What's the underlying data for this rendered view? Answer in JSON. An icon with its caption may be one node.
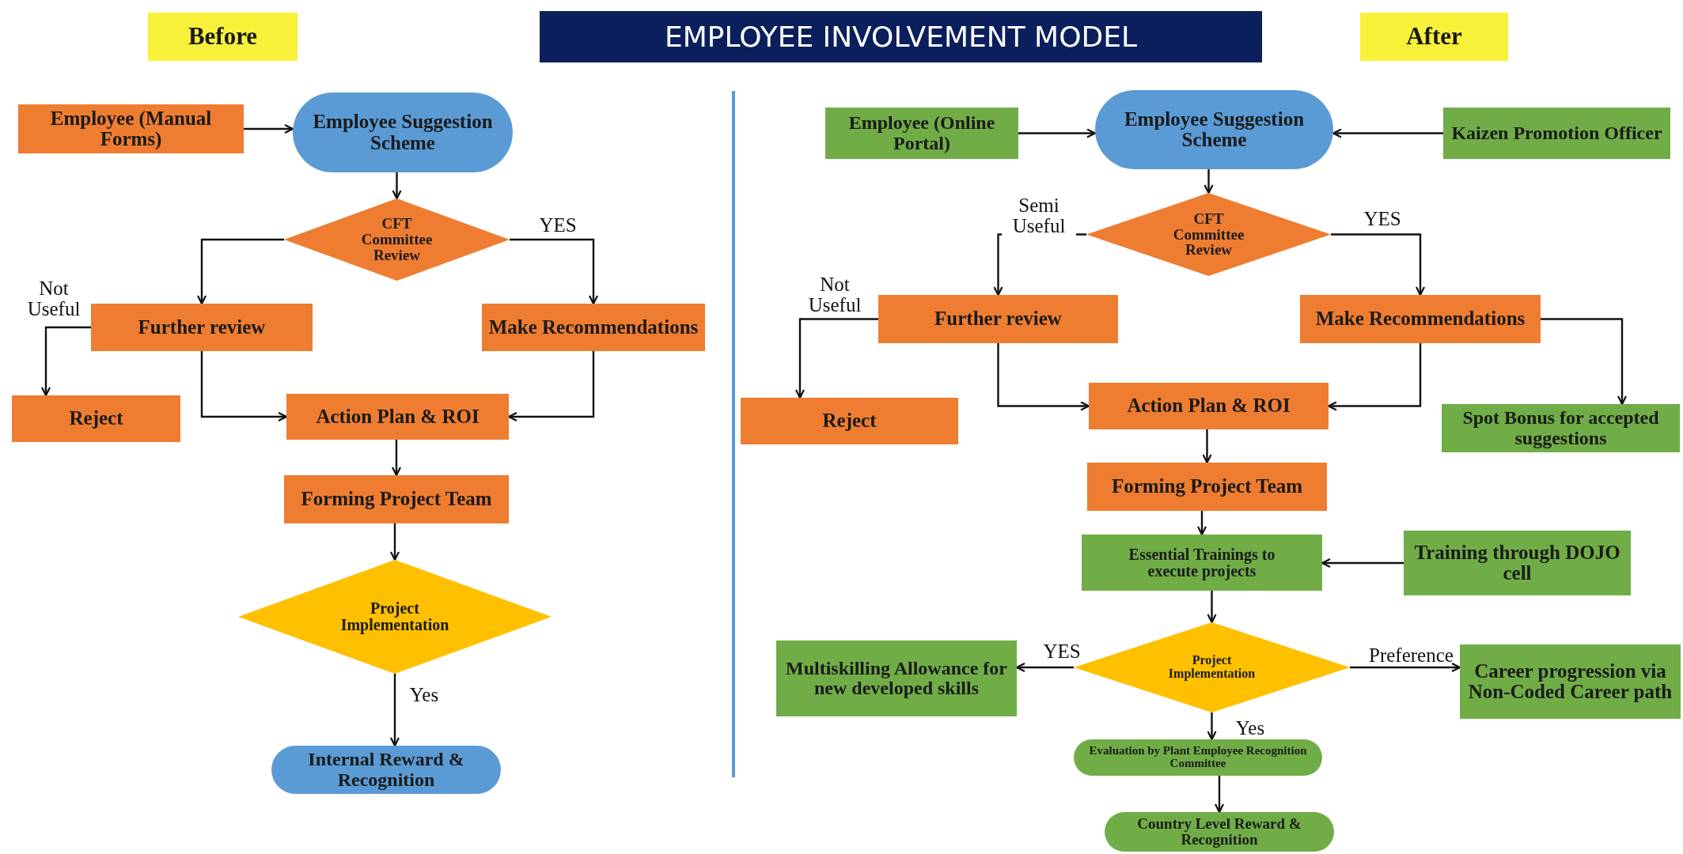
{
  "diagram": {
    "title": "EMPLOYEE INVOLVEMENT MODEL",
    "nodes": [
      {
        "text": [
          "Before"
        ]
      },
      {
        "text": [
          "After"
        ]
      },
      {
        "text": [
          "Employee (Manual Forms)"
        ]
      },
      {
        "text": [
          "Employee Suggestion Scheme"
        ]
      },
      {
        "text": [
          "CFT Committee Review"
        ]
      },
      {
        "text": [
          "Further review"
        ]
      },
      {
        "text": [
          "Make Recommendations"
        ]
      },
      {
        "text": [
          "Reject"
        ]
      },
      {
        "text": [
          "Action Plan & ROI"
        ]
      },
      {
        "text": [
          "Forming Project Team"
        ]
      },
      {
        "text": [
          "Project Implementation"
        ]
      },
      {
        "text": [
          "Internal Reward & Recognition"
        ]
      },
      {
        "text": [
          "Employee (Online Portal)"
        ]
      },
      {
        "text": [
          "Employee Suggestion Scheme"
        ]
      },
      {
        "text": [
          "Kaizen Promotion Officer"
        ]
      },
      {
        "text": [
          "CFT Committee Review"
        ]
      },
      {
        "text": [
          "Further review"
        ]
      },
      {
        "text": [
          "Make Recommendations"
        ]
      },
      {
        "text": [
          "Reject"
        ]
      },
      {
        "text": [
          "Action Plan & ROI"
        ]
      },
      {
        "text": [
          "Spot Bonus for accepted suggestions"
        ]
      },
      {
        "text": [
          "Forming Project Team"
        ]
      },
      {
        "text": [
          "Essential Trainings to execute projects"
        ]
      },
      {
        "text": [
          "Training through DOJO cell"
        ]
      },
      {
        "text": [
          "Multiskilling Allowance for new developed skills"
        ]
      },
      {
        "text": [
          "Project Implementation"
        ]
      },
      {
        "text": [
          "Career progression via Non-Coded Career path"
        ]
      },
      {
        "text": [
          "Evaluation by Plant Employee Recognition Committee"
        ]
      },
      {
        "text": [
          "Country Level Reward & Recognition"
        ]
      }
    ],
    "edges": [
      {
        "from": 2,
        "to": 3,
        "arrow": "to"
      },
      {
        "from": 3,
        "to": 4,
        "arrow": "to"
      },
      {
        "from": 4,
        "to": 5,
        "arrow": "to"
      },
      {
        "from": 4,
        "to": 6,
        "arrow": "to",
        "label": "YES"
      },
      {
        "from": 5,
        "to": 7,
        "arrow": "to",
        "label": "Not Useful"
      },
      {
        "from": 5,
        "to": 8,
        "arrow": "to"
      },
      {
        "from": 6,
        "to": 8,
        "arrow": "to"
      },
      {
        "from": 8,
        "to": 9,
        "arrow": "to"
      },
      {
        "from": 9,
        "to": 10,
        "arrow": "to"
      },
      {
        "from": 10,
        "to": 11,
        "arrow": "to",
        "label": "Yes"
      },
      {
        "from": 12,
        "to": 13,
        "arrow": "to"
      },
      {
        "from": 14,
        "to": 13,
        "arrow": "to"
      },
      {
        "from": 13,
        "to": 15,
        "arrow": "to"
      },
      {
        "from": 15,
        "to": 16,
        "arrow": "to",
        "label": "Semi Useful"
      },
      {
        "from": 15,
        "to": 17,
        "arrow": "to",
        "label": "YES"
      },
      {
        "from": 16,
        "to": 18,
        "arrow": "to",
        "label": "Not Useful"
      },
      {
        "from": 16,
        "to": 19,
        "arrow": "to"
      },
      {
        "from": 17,
        "to": 19,
        "arrow": "to"
      },
      {
        "from": 17,
        "to": 20,
        "arrow": "to"
      },
      {
        "from": 19,
        "to": 21,
        "arrow": "to"
      },
      {
        "from": 21,
        "to": 22,
        "arrow": "to"
      },
      {
        "from": 23,
        "to": 22,
        "arrow": "to"
      },
      {
        "from": 22,
        "to": 25,
        "arrow": "to"
      },
      {
        "from": 25,
        "to": 24,
        "arrow": "to",
        "label": "YES"
      },
      {
        "from": 25,
        "to": 26,
        "arrow": "to",
        "label": "Preference"
      },
      {
        "from": 25,
        "to": 27,
        "arrow": "to",
        "label": "Yes"
      },
      {
        "from": 27,
        "to": 28,
        "arrow": "to"
      }
    ]
  }
}
